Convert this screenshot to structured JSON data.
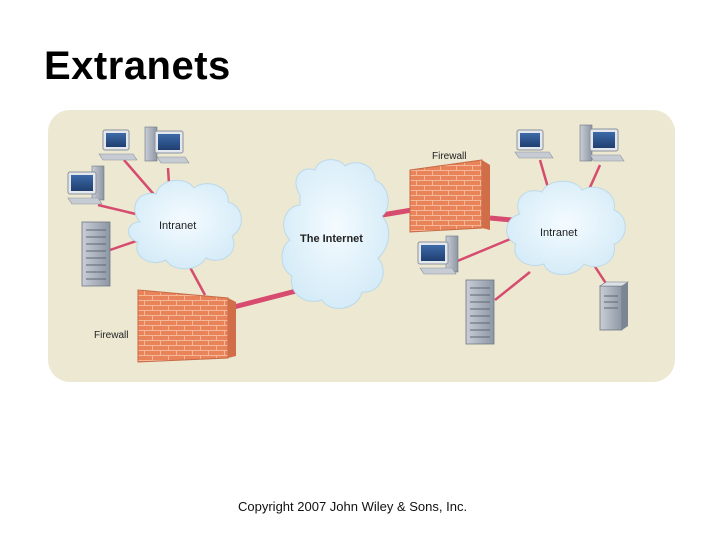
{
  "slide": {
    "title": "Extranets"
  },
  "diagram": {
    "left_intranet_label": "Intranet",
    "internet_label": "The Internet",
    "right_intranet_label": "Intranet",
    "top_firewall_label": "Firewall",
    "bottom_firewall_label": "Firewall",
    "colors": {
      "panel": "#ece8d2",
      "cloud": "#dff0fa",
      "link": "#d64b6e",
      "brick": "#e9835a",
      "mortar": "#f3b08f"
    }
  },
  "footer": {
    "copyright": "Copyright 2007 John Wiley & Sons, Inc."
  }
}
